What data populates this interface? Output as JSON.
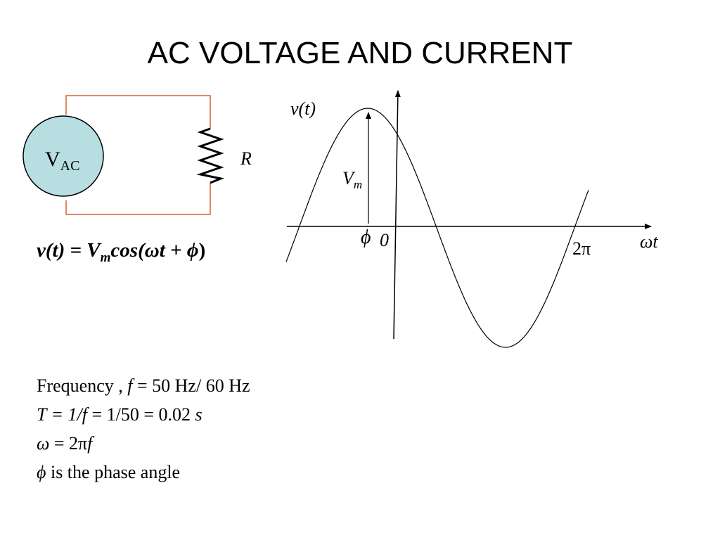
{
  "slide": {
    "title": "AC VOLTAGE AND CURRENT"
  },
  "circuit": {
    "source_label_main": "V",
    "source_label_sub": "AC",
    "resistor_label": "R",
    "colors": {
      "source_fill": "#b7dfe1",
      "wire": "#d9612a",
      "outline": "#000000"
    }
  },
  "graph": {
    "y_axis_label": "v(t)",
    "x_axis_label": "ωt",
    "amplitude_label_main": "V",
    "amplitude_label_sub": "m",
    "phase_label": "ϕ",
    "origin_label": "0",
    "period_label": "2π"
  },
  "equation": {
    "lhs": "v(t) = ",
    "amp_main": "V",
    "amp_sub": "m",
    "func": "cos",
    "open_paren": "(",
    "argument": "ωt + ϕ",
    "close_paren": ")"
  },
  "notes": {
    "line1_a": "Frequency , ",
    "line1_f": "f",
    "line1_b": " = 50 Hz/ 60 Hz",
    "line2_a": " T = 1/f",
    "line2_b": " = 1/50 = 0.02 ",
    "line2_s": "s",
    "line3_a": "ω",
    "line3_b": " = 2π",
    "line3_f": "f",
    "line4_a": "ϕ",
    "line4_b": " is the phase angle"
  }
}
